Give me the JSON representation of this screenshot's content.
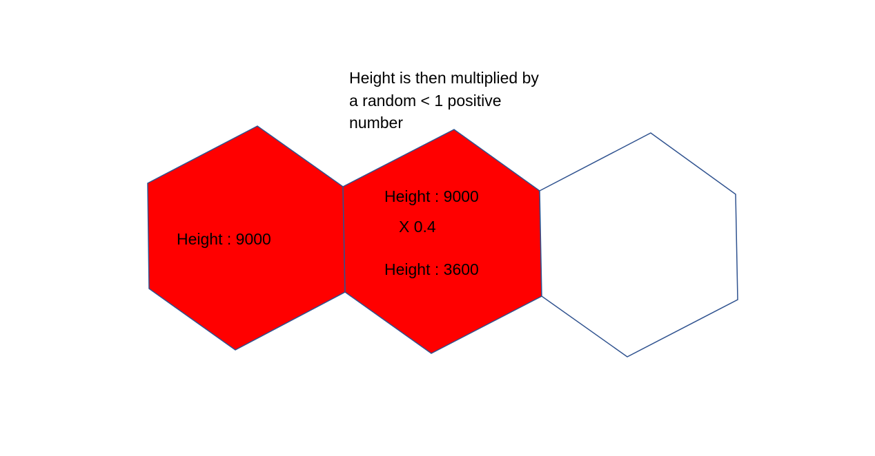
{
  "caption": {
    "lines": [
      "Height is then multiplied by",
      "a random < 1 positive",
      "number"
    ]
  },
  "hexagons": [
    {
      "fill": "#ff0000",
      "labels": [
        "Height : 9000"
      ]
    },
    {
      "fill": "#ff0000",
      "labels": [
        "Height : 9000",
        "X 0.4",
        "Height : 3600"
      ]
    },
    {
      "fill": "#ffffff",
      "labels": []
    }
  ],
  "colors": {
    "fill_active": "#ff0000",
    "fill_empty": "#ffffff",
    "outline": "#2f528f",
    "text": "#000000"
  }
}
